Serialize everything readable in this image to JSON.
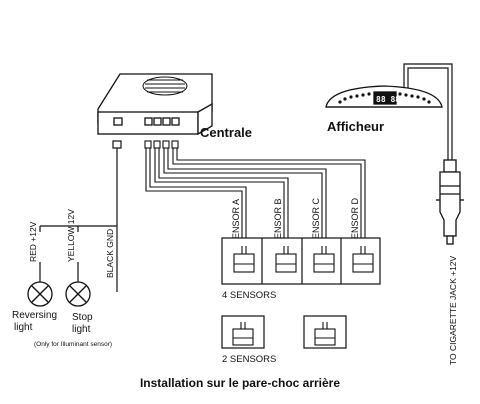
{
  "central_unit": {
    "label": "Centrale"
  },
  "display_unit": {
    "label": "Afficheur",
    "readout": "88 88"
  },
  "sensor_labels": [
    "SENSOR A",
    "SENSOR B",
    "SENSOR C",
    "SENSOR D"
  ],
  "group_labels": {
    "four": "4  SENSORS",
    "two": "2  SENSORS"
  },
  "wires": {
    "red": "RED +12V",
    "yellow": "YELLOW 12V",
    "black": "BLACK  GND"
  },
  "lights": {
    "reversing_line1": "Reversing",
    "reversing_line2": "light",
    "stop_line1": "Stop",
    "stop_line2": "light",
    "note": "(Only for Illuminant sensor)"
  },
  "power": {
    "label": "TO CIGARETTE JACK +12V"
  },
  "caption": "Installation sur le pare-choc arrière"
}
